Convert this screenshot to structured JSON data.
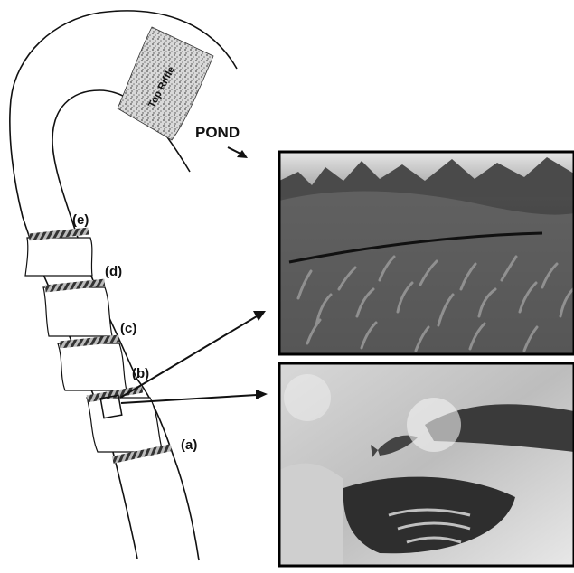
{
  "labels": {
    "top_riffle": "Top Riffle",
    "pond": "POND",
    "a": "(a)",
    "b": "(b)",
    "c": "(c)",
    "d": "(d)",
    "e": "(e)"
  },
  "colors": {
    "outline": "#111111",
    "riffle_fill": "#cfcfcf",
    "photo_frame": "#000000"
  },
  "icons": {
    "pond_arrow": "arrow-down-right-icon",
    "callout_arrows": "arrow-right-icon"
  }
}
